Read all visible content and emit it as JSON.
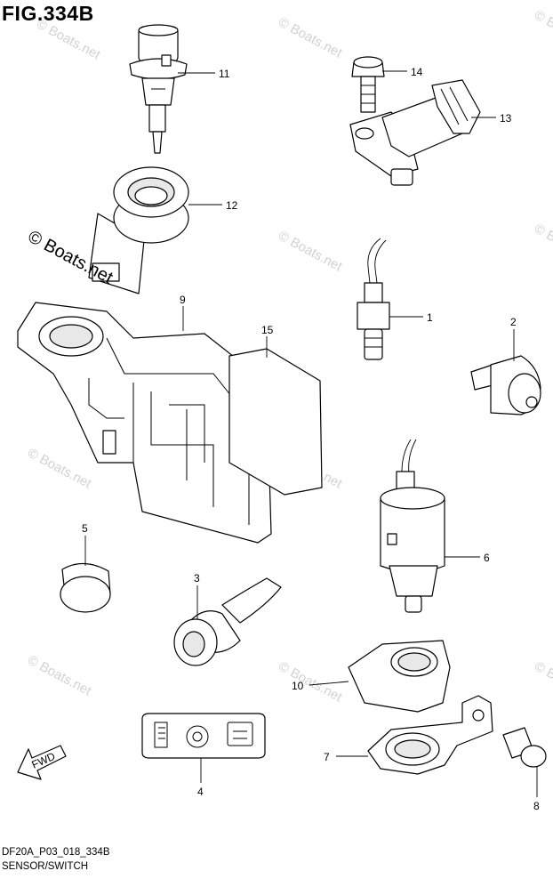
{
  "figure": {
    "title": "FIG.334B",
    "code": "DF20A_P03_018_334B",
    "caption": "SENSOR/SWITCH"
  },
  "watermark": {
    "text": "© Boats.net"
  },
  "direction": {
    "label": "FWD"
  },
  "callouts": {
    "c1": "1",
    "c2": "2",
    "c3": "3",
    "c4": "4",
    "c5": "5",
    "c6": "6",
    "c7": "7",
    "c8": "8",
    "c9": "9",
    "c10": "10",
    "c11": "11",
    "c12": "12",
    "c13": "13",
    "c14": "14",
    "c15": "15"
  }
}
